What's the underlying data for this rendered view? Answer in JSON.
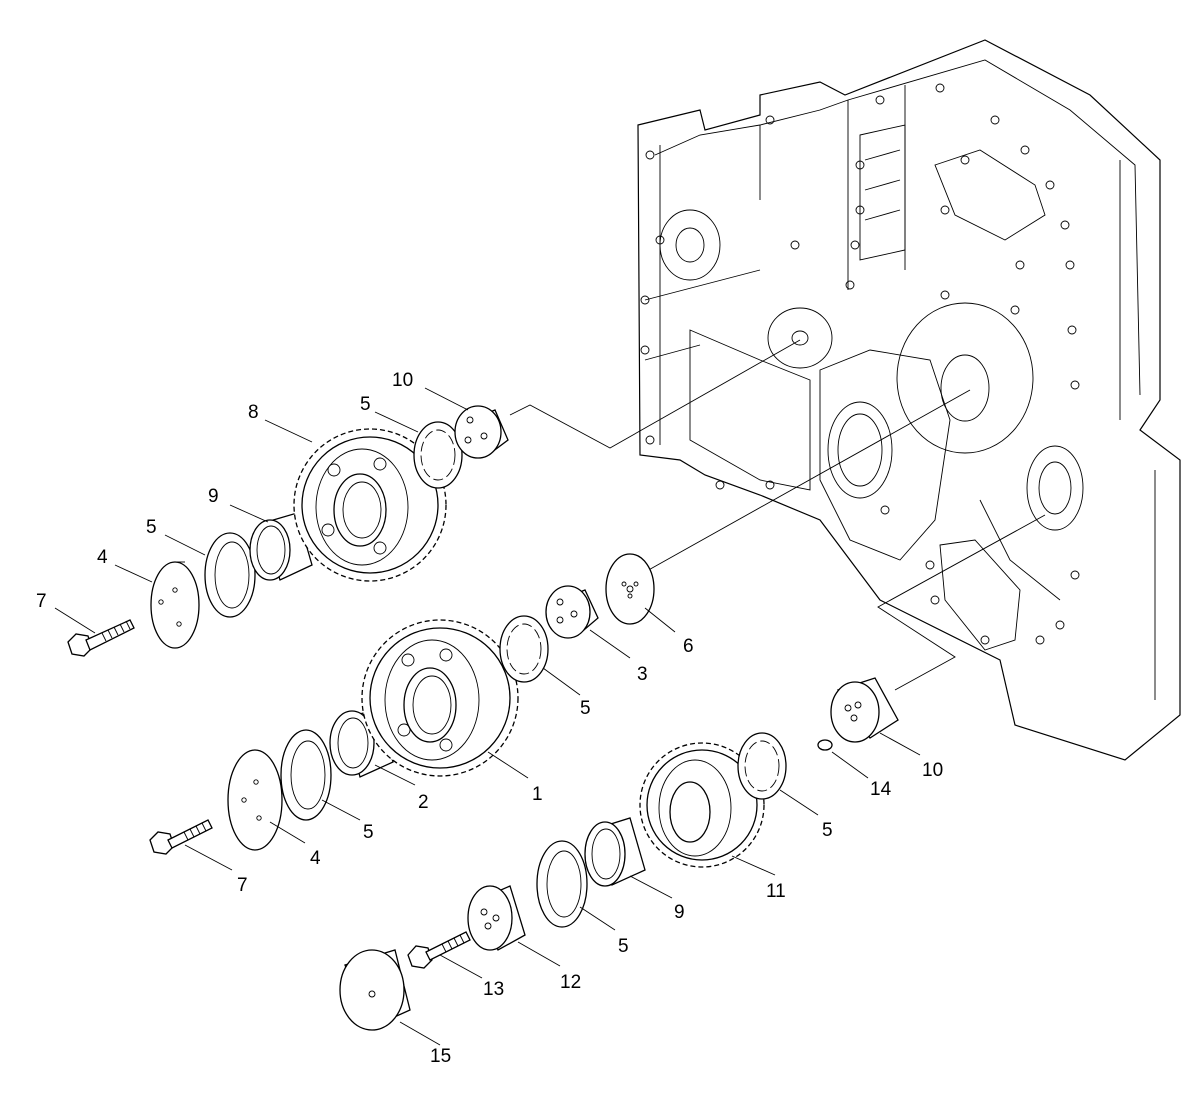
{
  "labels": {
    "l1": "1",
    "l2": "2",
    "l3": "3",
    "l4a": "4",
    "l4b": "4",
    "l5a": "5",
    "l5b": "5",
    "l5c": "5",
    "l5d": "5",
    "l5e": "5",
    "l5f": "5",
    "l6": "6",
    "l7a": "7",
    "l7b": "7",
    "l8": "8",
    "l9a": "9",
    "l9b": "9",
    "l10a": "10",
    "l10b": "10",
    "l11": "11",
    "l12": "12",
    "l13": "13",
    "l14": "14",
    "l15": "15"
  }
}
